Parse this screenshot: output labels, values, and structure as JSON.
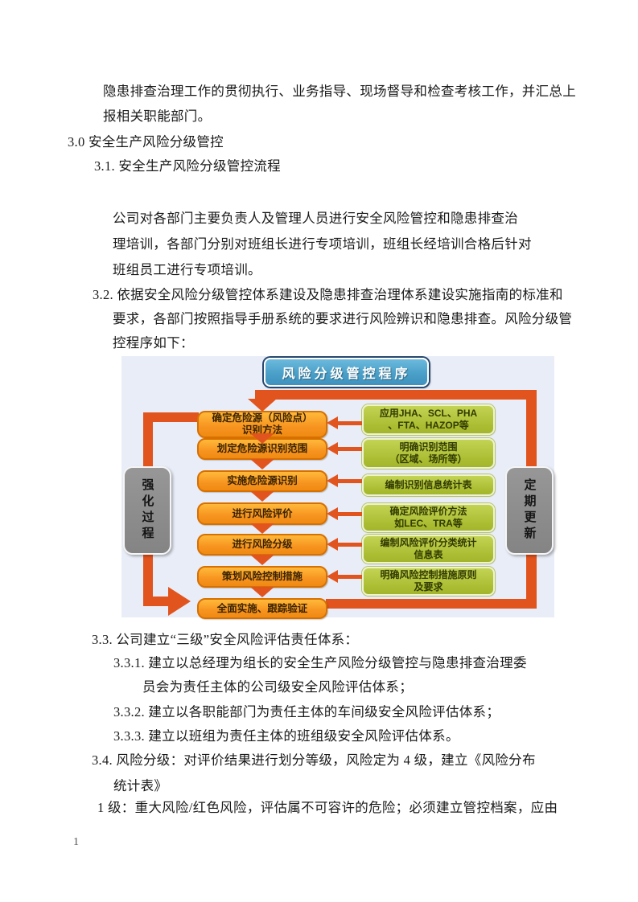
{
  "document": {
    "lines": [
      "隐患排查治理工作的贯彻执行、业务指导、现场督导和检查考核工作，并汇总上",
      "报相关职能部门。",
      "3.0 安全生产风险分级管控",
      "3.1.  安全生产风险分级管控流程",
      "公司对各部门主要负责人及管理人员进行安全风险管控和隐患排查治",
      "理培训，各部门分别对班组长进行专项培训，班组长经培训合格后针对",
      "班组员工进行专项培训。",
      "3.2. 依据安全风险分级管控体系建设及隐患排查治理体系建设实施指南的标准和",
      "要求，各部门按照指导手册系统的要求进行风险辨识和隐患排查。风险分级管",
      "控程序如下：",
      "3.3. 公司建立“三级”安全风险评估责任体系：",
      "3.3.1. 建立以总经理为组长的安全生产风险分级管控与隐患排查治理委",
      "员会为责任主体的公司级安全风险评估体系；",
      "3.3.2. 建立以各职能部门为责任主体的车间级安全风险评估体系；",
      "3.3.3. 建立以班组为责任主体的班组级安全风险评估体系。",
      "3.4. 风险分级：对评价结果进行划分等级，风险定为 4 级，建立《风险分布",
      "统计表》",
      "1 级：重大风险/红色风险，评估属不可容许的危险；必须建立管控档案，应由"
    ],
    "page_number": "1"
  },
  "flowchart": {
    "title": "风险分级管控程序",
    "left_label": "强化过程",
    "right_label": "定期更新",
    "steps": [
      "确定危险源（风险点）\n识别方法",
      "划定危险源识别范围",
      "实施危险源识别",
      "进行风险评价",
      "进行风险分级",
      "策划风险控制措施",
      "全面实施、跟踪验证"
    ],
    "notes": [
      "应用JHA、SCL、PHA\n、FTA、HAZOP等",
      "明确识别范围\n（区域、场所等）",
      "编制识别信息统计表",
      "确定风险评价方法\n如LEC、TRA等",
      "编制风险评价分类统计\n信息表",
      "明确风险控制措施原则\n及要求"
    ],
    "colors": {
      "background": "#e8edf7",
      "title_fill": "#4aa0c9",
      "step_fill": "#f79420",
      "step_border": "#d87000",
      "note_fill": "#abbe33",
      "side_fill": "#8b8b8b",
      "arrow": "#e2541e"
    }
  }
}
